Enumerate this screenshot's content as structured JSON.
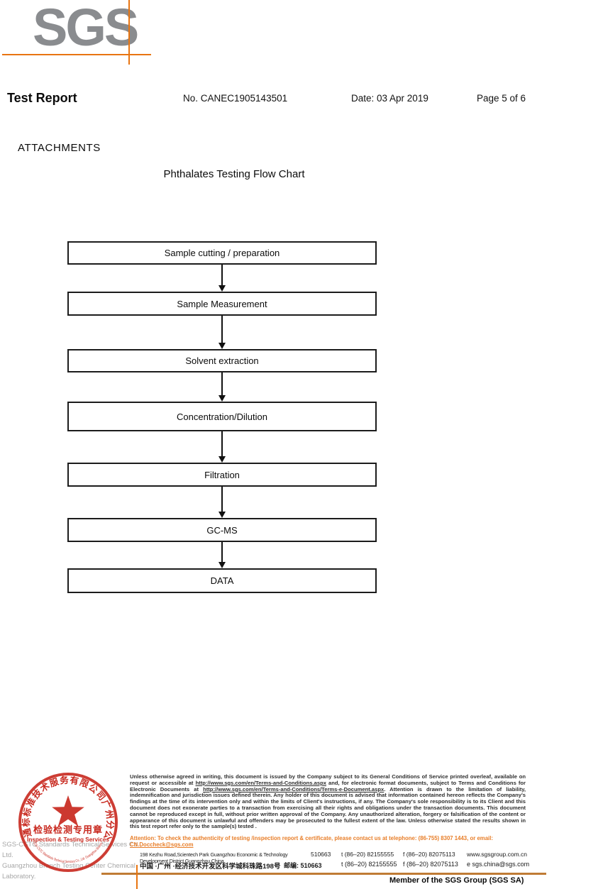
{
  "logo": {
    "text": "SGS"
  },
  "header": {
    "title": "Test Report",
    "report_no": "No. CANEC1905143501",
    "date": "Date: 03 Apr 2019",
    "page": "Page 5 of 6"
  },
  "attachments_label": "ATTACHMENTS",
  "flowchart": {
    "title": "Phthalates Testing Flow Chart",
    "steps": [
      "Sample cutting / preparation",
      "Sample Measurement",
      "Solvent extraction",
      "Concentration/Dilution",
      "Filtration",
      "GC-MS",
      "DATA"
    ]
  },
  "stamp": {
    "ring_text": "通标标准技术服务有限公司广州分公司",
    "inner_line_cn": "检验检测专用章",
    "inner_line_en": "Inspection & Testing Services",
    "bottom_arc_text": "SGS-CSTC Standards Technical Services Co., Ltd. Guangzhou Branch",
    "company_line1": "SGS-CSTC Standards Technical Services Co., Ltd.",
    "company_line2": "Guangzhou Branch Testing Center Chemical Laboratory."
  },
  "footer": {
    "disclaimer": {
      "part1": "Unless otherwise agreed in writing, this document is issued by the Company subject to its General Conditions of Service printed overleaf, available on request or accessible at ",
      "link1": "http://www.sgs.com/en/Terms-and-Conditions.aspx",
      "part2": " and, for electronic format documents, subject to Terms and Conditions for Electronic Documents at ",
      "link2": "http://www.sgs.com/en/Terms-and-Conditions/Terms-e-Document.aspx",
      "part3": ". Attention is drawn to the limitation of liability, indemnification and jurisdiction issues defined therein. Any holder of this document is advised that information contained hereon reflects the Company's findings at the time of its intervention only and within the limits of Client's instructions, if any. The Company's sole responsibility is to its Client and this document does not exonerate parties to a transaction from exercising all their rights and obligations under the transaction documents. This document cannot be reproduced except in full, without prior written approval of the Company. Any unauthorized alteration, forgery or falsification of the content or appearance of this document is unlawful and offenders may be prosecuted to the fullest extent of the law. Unless otherwise stated the results shown in this test report refer only to the sample(s) tested ."
    },
    "attention": {
      "text": "Attention: To check the authenticity of testing /inspection report & certificate, please contact us at telephone: (86-755) 8307 1443, or email: ",
      "email": "CN.Doccheck@sgs.com"
    },
    "address": {
      "en": "198 Kezhu Road,Scientech Park Guangzhou Economic & Technology Development District,Guangzhou,China",
      "en_postal": "510663",
      "cn": "中国 ·广州 ·经济技术开发区科学城科珠路198号",
      "cn_postal": "邮编: 510663",
      "tel": "t (86–20) 82155555",
      "fax": "f (86–20) 82075113",
      "web": "www.sgsgroup.com.cn",
      "email": "e  sgs.china@sgs.com"
    },
    "member": "Member of the SGS Group (SGS SA)"
  },
  "colors": {
    "sgs_orange": "#e87511",
    "stamp_red": "#c8281e",
    "logo_gray": "#8a8c8f",
    "footer_tan": "#c07c35",
    "attention_orange": "#e87d27"
  }
}
